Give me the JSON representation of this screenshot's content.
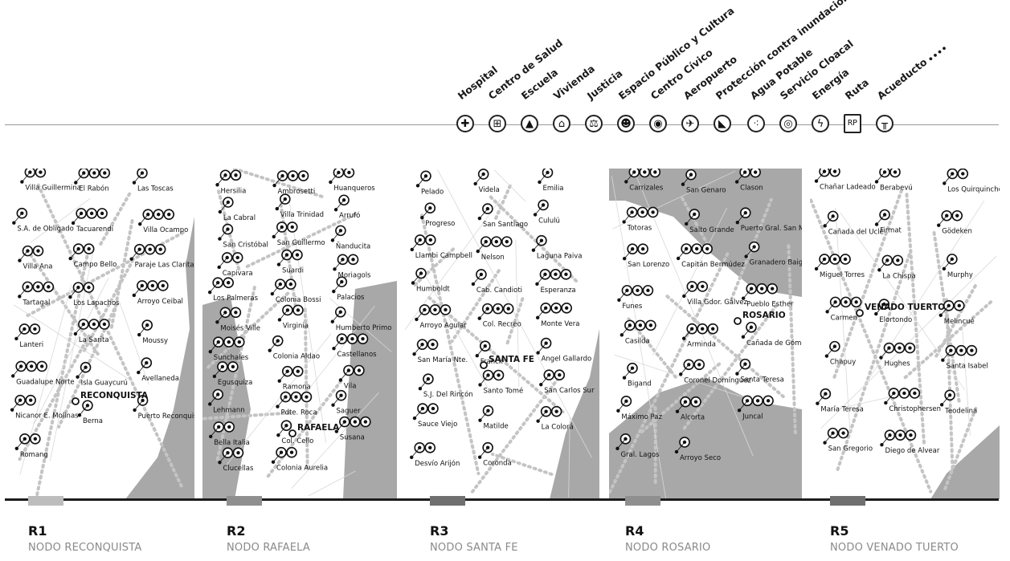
{
  "legend": {
    "items": [
      {
        "label": "Hospital",
        "icon": "hospital-icon",
        "glyph": "✚"
      },
      {
        "label": "Centro de Salud",
        "icon": "health-center-icon",
        "glyph": "⊞"
      },
      {
        "label": "Escuela",
        "icon": "school-icon",
        "glyph": "▲"
      },
      {
        "label": "Vivienda",
        "icon": "housing-icon",
        "glyph": "⌂"
      },
      {
        "label": "Justicia",
        "icon": "justice-icon",
        "glyph": "⚖"
      },
      {
        "label": "Espacio Público y Cultura",
        "icon": "culture-icon",
        "glyph": "☻"
      },
      {
        "label": "Centro Cívico",
        "icon": "civic-center-icon",
        "glyph": "◉"
      },
      {
        "label": "Aeropuerto",
        "icon": "airport-icon",
        "glyph": "✈"
      },
      {
        "label": "Protección contra inundaciones",
        "icon": "flood-protection-icon",
        "glyph": "◣"
      },
      {
        "label": "Agua Potable",
        "icon": "water-icon",
        "glyph": "⁖"
      },
      {
        "label": "Servicio Cloacal",
        "icon": "sewer-icon",
        "glyph": "◎"
      },
      {
        "label": "Energía",
        "icon": "energy-icon",
        "glyph": "ϟ"
      },
      {
        "label": "Ruta",
        "icon": "route-icon",
        "glyph": "RP"
      },
      {
        "label": "Acueducto",
        "icon": "aqueduct-icon",
        "glyph": "╥"
      }
    ],
    "trailing_dots": "••••"
  },
  "regions": [
    {
      "code": "R1",
      "name": "NODO RECONQUISTA",
      "node_city": "RECONQUISTA",
      "towns": [
        "Villa Guillermina",
        "El Rabón",
        "Las Toscas",
        "S.A. de Obligado",
        "Tacuarendí",
        "Villa Ocampo",
        "Villa Ana",
        "Campo Bello",
        "Paraje Las Claritas",
        "Tartagal",
        "Los Lapachos",
        "Arroyo Ceibal",
        "Lanteri",
        "La Sarita",
        "Moussy",
        "Guadalupe Norte",
        "Isla Guaycurú",
        "Avellaneda",
        "Nicanor E. Molinas",
        "Berna",
        "Puerto Reconquista",
        "Romang"
      ]
    },
    {
      "code": "R2",
      "name": "NODO RAFAELA",
      "node_city": "RAFAELA",
      "towns": [
        "Hersilia",
        "Ambrosetti",
        "Huanqueros",
        "La Cabral",
        "Villa Trinidad",
        "Arrufó",
        "San Cristóbal",
        "San Guillermo",
        "Ñanducita",
        "Capivara",
        "Suardi",
        "Moriagols",
        "Los Palmeras",
        "Colonia Bossi",
        "Palacios",
        "Moisés Ville",
        "Virginia",
        "Humberto Primo",
        "Sunchales",
        "Colonia Aldao",
        "Castellanos",
        "Egusquiza",
        "Ramona",
        "Vila",
        "Lehmann",
        "Pdte. Roca",
        "Saguer",
        "Bella Italia",
        "Col. Cello",
        "Susana",
        "Clucellas",
        "Colonia Aurelia"
      ]
    },
    {
      "code": "R3",
      "name": "NODO SANTA FE",
      "node_city": "SANTA FE",
      "towns": [
        "Pelado",
        "Videla",
        "Emilia",
        "Progreso",
        "San Santiago",
        "Cululú",
        "Llambi Campbell",
        "Nelson",
        "Laguna Paiva",
        "Humboldt",
        "Cab. Candioti",
        "Esperanza",
        "Arroyo Aguiar",
        "Col. Recreo",
        "Monte Vera",
        "San María Nte.",
        "Franck",
        "Angel Gallardo",
        "S.J. Del Rincón",
        "Santo Tomé",
        "San Carlos Sur",
        "Sauce Viejo",
        "Matilde",
        "La Colorá",
        "Desvío Arijón",
        "Coronda"
      ]
    },
    {
      "code": "R4",
      "name": "NODO ROSARIO",
      "node_city": "ROSARIO",
      "towns": [
        "Carrizales",
        "San Genaro",
        "Clason",
        "Totoras",
        "Salto Grande",
        "Puerto Gral. San Martín",
        "San Lorenzo",
        "Capitán Bermúdez",
        "Granadero Baigorria",
        "Funes",
        "Villa Gdor. Gálvez",
        "Pueblo Esther",
        "Casilda",
        "Arminda",
        "Cañada de Gómez",
        "Bigand",
        "Coronel Domínguez",
        "Santa Teresa",
        "Máximo Paz",
        "Alcorta",
        "Juncal",
        "Gral. Lagos",
        "Arroyo Seco"
      ]
    },
    {
      "code": "R5",
      "name": "NODO VENADO TUERTO",
      "node_city": "VENADO TUERTO",
      "towns": [
        "Chañar Ladeado",
        "Berabevú",
        "Los Quirquinchos",
        "Cañada del Ucle",
        "Firmat",
        "Gödeken",
        "Miguel Torres",
        "La Chispa",
        "Murphy",
        "Carmen",
        "Elortondo",
        "Melincué",
        "Chapuy",
        "Hughes",
        "Santa Isabel",
        "María Teresa",
        "Christophersen",
        "Teodelina",
        "San Gregorio",
        "Diego de Alvear"
      ]
    }
  ]
}
